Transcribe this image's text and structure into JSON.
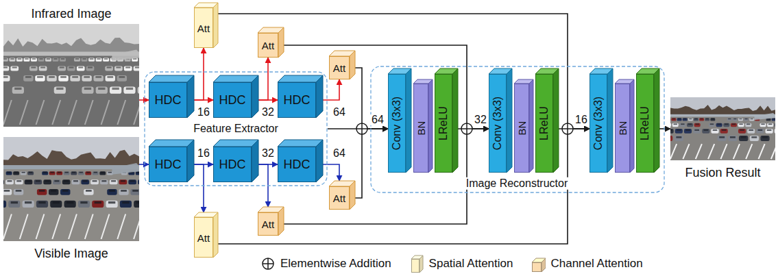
{
  "diagram": {
    "nodes": [
      {
        "text": [
          "Infrared Image"
        ]
      },
      {
        "text": [
          "Visible Image"
        ]
      },
      {
        "text": [
          "Feature Extractor"
        ]
      },
      {
        "text": [
          "HDC"
        ],
        "in": 2
      },
      {
        "text": [
          "HDC"
        ],
        "in": 2
      },
      {
        "text": [
          "HDC"
        ],
        "in": 2
      },
      {
        "text": [
          "HDC"
        ],
        "in": 2
      },
      {
        "text": [
          "HDC"
        ],
        "in": 2
      },
      {
        "text": [
          "HDC"
        ],
        "in": 2
      },
      {
        "text": [
          "Att"
        ]
      },
      {
        "text": [
          "Att"
        ]
      },
      {
        "text": [
          "Att"
        ]
      },
      {
        "text": [
          "Att"
        ]
      },
      {
        "text": [
          "Att"
        ]
      },
      {
        "text": [
          "Att"
        ]
      },
      {
        "text": [
          "Image Reconstructor"
        ]
      },
      {
        "text": [
          "Conv (3x3)"
        ],
        "in": 15
      },
      {
        "text": [
          "BN"
        ],
        "in": 15
      },
      {
        "text": [
          "LReLU"
        ],
        "in": 15
      },
      {
        "text": [
          "Conv (3x3)"
        ],
        "in": 15
      },
      {
        "text": [
          "BN"
        ],
        "in": 15
      },
      {
        "text": [
          "LReLU"
        ],
        "in": 15
      },
      {
        "text": [
          "Conv (3x3)"
        ],
        "in": 15
      },
      {
        "text": [
          "BN"
        ],
        "in": 15
      },
      {
        "text": [
          "LReLU"
        ],
        "in": 15
      },
      {
        "text": [
          "Fusion Result"
        ]
      }
    ],
    "edges": [
      {
        "from": 0,
        "to": 3,
        "arrow": "to"
      },
      {
        "from": 3,
        "to": 4,
        "label": "16",
        "arrow": "to"
      },
      {
        "from": 4,
        "to": 5,
        "label": "32",
        "arrow": "to"
      },
      {
        "from": 3,
        "to": 9,
        "arrow": "to"
      },
      {
        "from": 4,
        "to": 10,
        "arrow": "to"
      },
      {
        "from": 5,
        "to": 11,
        "label": "64",
        "arrow": "to"
      },
      {
        "from": 1,
        "to": 6,
        "arrow": "to"
      },
      {
        "from": 6,
        "to": 7,
        "label": "16",
        "arrow": "to"
      },
      {
        "from": 7,
        "to": 8,
        "label": "32",
        "arrow": "to"
      },
      {
        "from": 6,
        "to": 12,
        "arrow": "to"
      },
      {
        "from": 7,
        "to": 13,
        "arrow": "to"
      },
      {
        "from": 8,
        "to": 14,
        "label": "64",
        "arrow": "to"
      },
      {
        "from": 2,
        "to": 16,
        "arrow": "to"
      },
      {
        "from": 11,
        "to": 16,
        "arrow": "to"
      },
      {
        "from": 14,
        "to": 16,
        "arrow": "to"
      },
      {
        "from": 18,
        "to": 19,
        "arrow": "to"
      },
      {
        "from": 10,
        "to": 19,
        "arrow": "to"
      },
      {
        "from": 13,
        "to": 19,
        "arrow": "to"
      },
      {
        "from": 21,
        "to": 22,
        "arrow": "to"
      },
      {
        "from": 9,
        "to": 22,
        "arrow": "to"
      },
      {
        "from": 12,
        "to": 22,
        "arrow": "to"
      },
      {
        "from": 24,
        "to": 25,
        "arrow": "to"
      }
    ],
    "labels": [
      "64",
      "32",
      "16"
    ],
    "legend": [
      {
        "text": "Elementwise Addition"
      },
      {
        "text": "Spatial Attention",
        "color": "#fff4c8"
      },
      {
        "text": "Channel Attention",
        "color": "#fbdcb0"
      }
    ]
  }
}
